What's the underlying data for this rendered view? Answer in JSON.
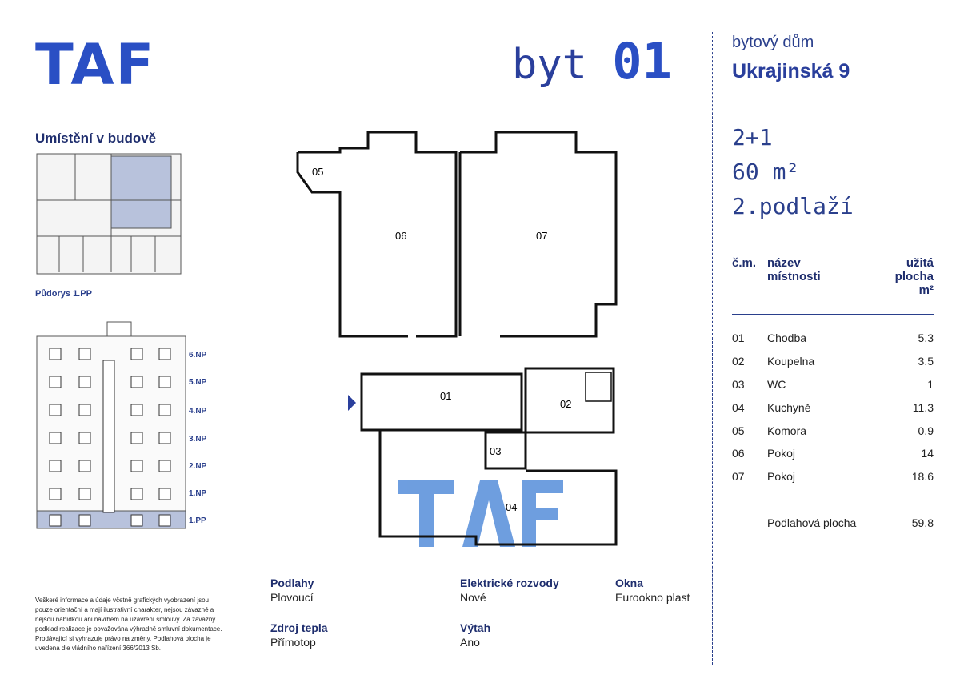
{
  "logo": "TAF",
  "left": {
    "location_title": "Umístění v budově",
    "plan_caption": "Půdorys 1.PP",
    "floors": [
      "6.NP",
      "5.NP",
      "4.NP",
      "3.NP",
      "2.NP",
      "1.NP",
      "1.PP"
    ],
    "disclaimer": "Veškeré informace a údaje včetně grafických vyobrazení jsou pouze orientační a mají ilustrativní charakter, nejsou závazné a nejsou nabídkou ani návrhem na uzavření smlouvy. Za závazný podklad realizace je považována výhradně smluvní dokumentace. Prodávající si vyhrazuje právo na změny. Podlahová plocha je uvedena dle vládního nařízení 366/2013 Sb."
  },
  "header": {
    "prefix": "byt",
    "number": "01"
  },
  "building": {
    "type": "bytový dům",
    "address": "Ukrajinská 9",
    "layout": "2+1",
    "area": "60 m²",
    "floor": "2.podlaží"
  },
  "table": {
    "col1": "č.m.",
    "col2": "název místnosti",
    "col3": "užitá plocha m²",
    "rows": [
      {
        "no": "01",
        "name": "Chodba",
        "area": "5.3"
      },
      {
        "no": "02",
        "name": "Koupelna",
        "area": "3.5"
      },
      {
        "no": "03",
        "name": "WC",
        "area": "1"
      },
      {
        "no": "04",
        "name": "Kuchyně",
        "area": "11.3"
      },
      {
        "no": "05",
        "name": "Komora",
        "area": "0.9"
      },
      {
        "no": "06",
        "name": "Pokoj",
        "area": "14"
      },
      {
        "no": "07",
        "name": "Pokoj",
        "area": "18.6"
      }
    ],
    "total_label": "Podlahová plocha",
    "total": "59.8"
  },
  "specs": [
    {
      "label": "Podlahy",
      "value": "Plovoucí"
    },
    {
      "label": "Elektrické rozvody",
      "value": "Nové"
    },
    {
      "label": "Okna",
      "value": "Eurookno plast"
    },
    {
      "label": "Zdroj tepla",
      "value": "Přímotop"
    },
    {
      "label": "Výtah",
      "value": "Ano"
    }
  ],
  "plan_labels": [
    "01",
    "02",
    "03",
    "04",
    "05",
    "06",
    "07"
  ]
}
